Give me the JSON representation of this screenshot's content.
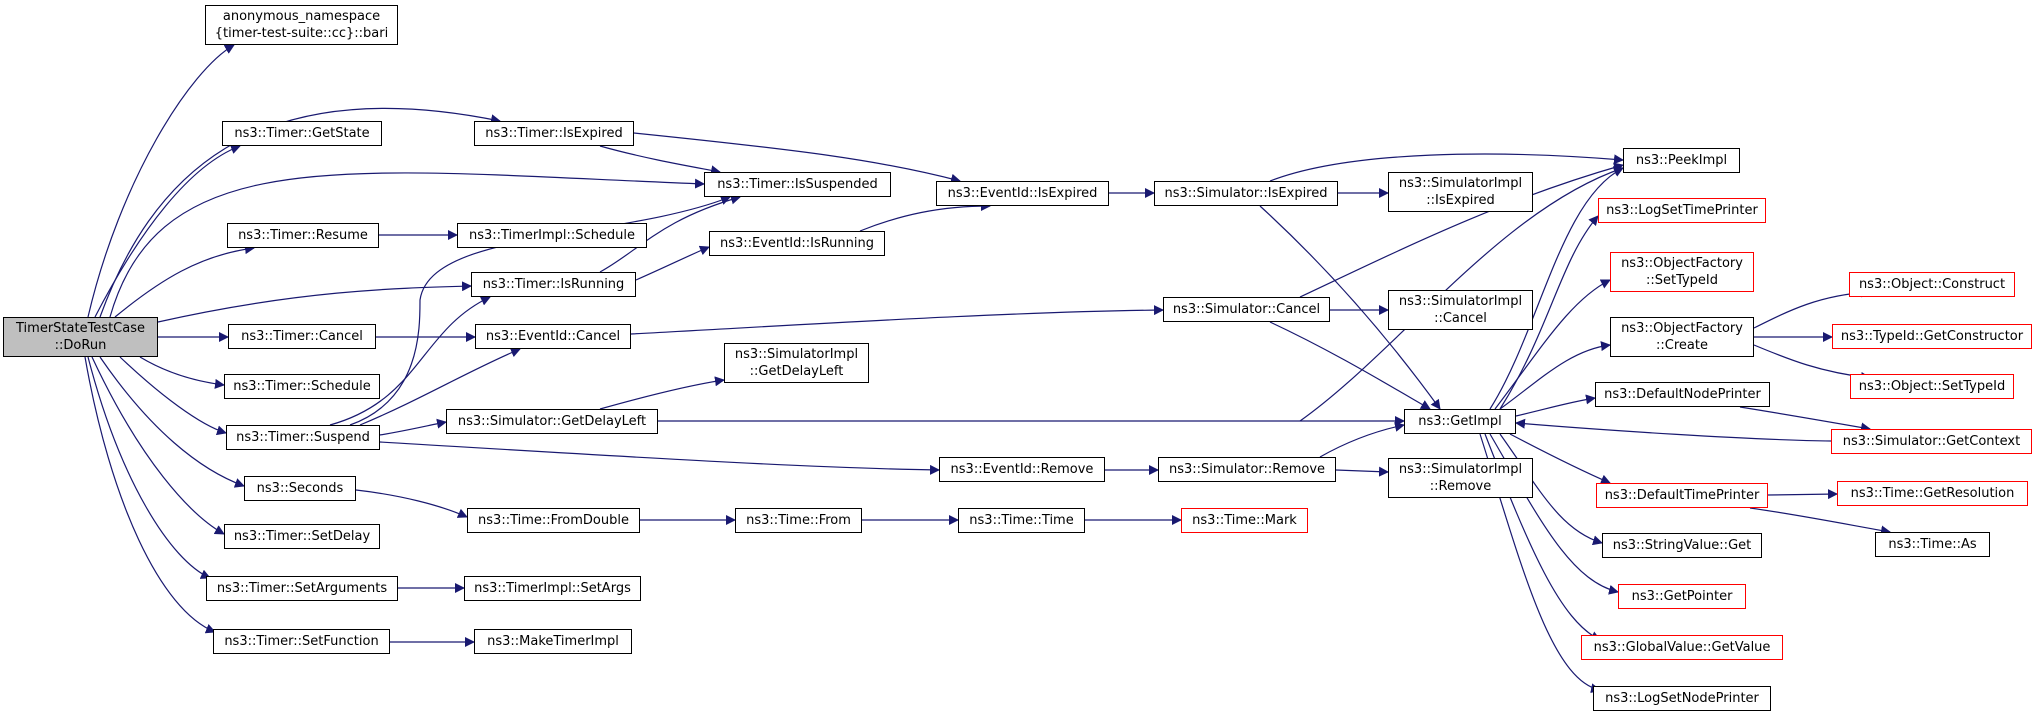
{
  "diagram": {
    "colors": {
      "edge": "#191970",
      "node_border": "#000000",
      "node_border_truncated": "#ff0000",
      "root_fill": "#bfbfbf",
      "node_fill": "#ffffff"
    },
    "nodes": {
      "root": {
        "label": "TimerStateTestCase\n::DoRun"
      },
      "bari": {
        "label": "anonymous_namespace\n{timer-test-suite::cc}::bari"
      },
      "getstate": {
        "label": "ns3::Timer::GetState"
      },
      "isexpired": {
        "label": "ns3::Timer::IsExpired"
      },
      "issuspended": {
        "label": "ns3::Timer::IsSuspended"
      },
      "resume": {
        "label": "ns3::Timer::Resume"
      },
      "timerimpl_schedule": {
        "label": "ns3::TimerImpl::Schedule"
      },
      "isrunning": {
        "label": "ns3::Timer::IsRunning"
      },
      "eventid_isrunning": {
        "label": "ns3::EventId::IsRunning"
      },
      "eventid_isexpired": {
        "label": "ns3::EventId::IsExpired"
      },
      "cancel": {
        "label": "ns3::Timer::Cancel"
      },
      "eventid_cancel": {
        "label": "ns3::EventId::Cancel"
      },
      "schedule": {
        "label": "ns3::Timer::Schedule"
      },
      "suspend": {
        "label": "ns3::Timer::Suspend"
      },
      "getdelayleft": {
        "label": "ns3::Simulator::GetDelayLeft"
      },
      "simimpl_getdelayleft": {
        "label": "ns3::SimulatorImpl\n::GetDelayLeft"
      },
      "seconds": {
        "label": "ns3::Seconds"
      },
      "fromdouble": {
        "label": "ns3::Time::FromDouble"
      },
      "time_from": {
        "label": "ns3::Time::From"
      },
      "time_time": {
        "label": "ns3::Time::Time"
      },
      "time_mark": {
        "label": "ns3::Time::Mark"
      },
      "setdelay": {
        "label": "ns3::Timer::SetDelay"
      },
      "setarguments": {
        "label": "ns3::Timer::SetArguments"
      },
      "setargs": {
        "label": "ns3::TimerImpl::SetArgs"
      },
      "setfunction": {
        "label": "ns3::Timer::SetFunction"
      },
      "maketimerimpl": {
        "label": "ns3::MakeTimerImpl"
      },
      "eventid_remove": {
        "label": "ns3::EventId::Remove"
      },
      "sim_isexpired": {
        "label": "ns3::Simulator::IsExpired"
      },
      "simimpl_isexpired": {
        "label": "ns3::SimulatorImpl\n::IsExpired"
      },
      "sim_cancel": {
        "label": "ns3::Simulator::Cancel"
      },
      "simimpl_cancel": {
        "label": "ns3::SimulatorImpl\n::Cancel"
      },
      "sim_remove": {
        "label": "ns3::Simulator::Remove"
      },
      "simimpl_remove": {
        "label": "ns3::SimulatorImpl\n::Remove"
      },
      "getimpl": {
        "label": "ns3::GetImpl"
      },
      "peekimpl": {
        "label": "ns3::PeekImpl"
      },
      "logsettimeprinter": {
        "label": "ns3::LogSetTimePrinter"
      },
      "of_settypeid": {
        "label": "ns3::ObjectFactory\n::SetTypeId"
      },
      "of_create": {
        "label": "ns3::ObjectFactory\n::Create"
      },
      "defaultnodeprinter": {
        "label": "ns3::DefaultNodePrinter"
      },
      "defaulttimeprinter": {
        "label": "ns3::DefaultTimePrinter"
      },
      "stringvalue_get": {
        "label": "ns3::StringValue::Get"
      },
      "getpointer": {
        "label": "ns3::GetPointer"
      },
      "globalvalue_getvalue": {
        "label": "ns3::GlobalValue::GetValue"
      },
      "logsetnodeprinter": {
        "label": "ns3::LogSetNodePrinter"
      },
      "object_construct": {
        "label": "ns3::Object::Construct"
      },
      "typeid_getconstructor": {
        "label": "ns3::TypeId::GetConstructor"
      },
      "object_settypeid": {
        "label": "ns3::Object::SetTypeId"
      },
      "sim_getcontext": {
        "label": "ns3::Simulator::GetContext"
      },
      "time_getresolution": {
        "label": "ns3::Time::GetResolution"
      },
      "time_as": {
        "label": "ns3::Time::As"
      }
    }
  }
}
